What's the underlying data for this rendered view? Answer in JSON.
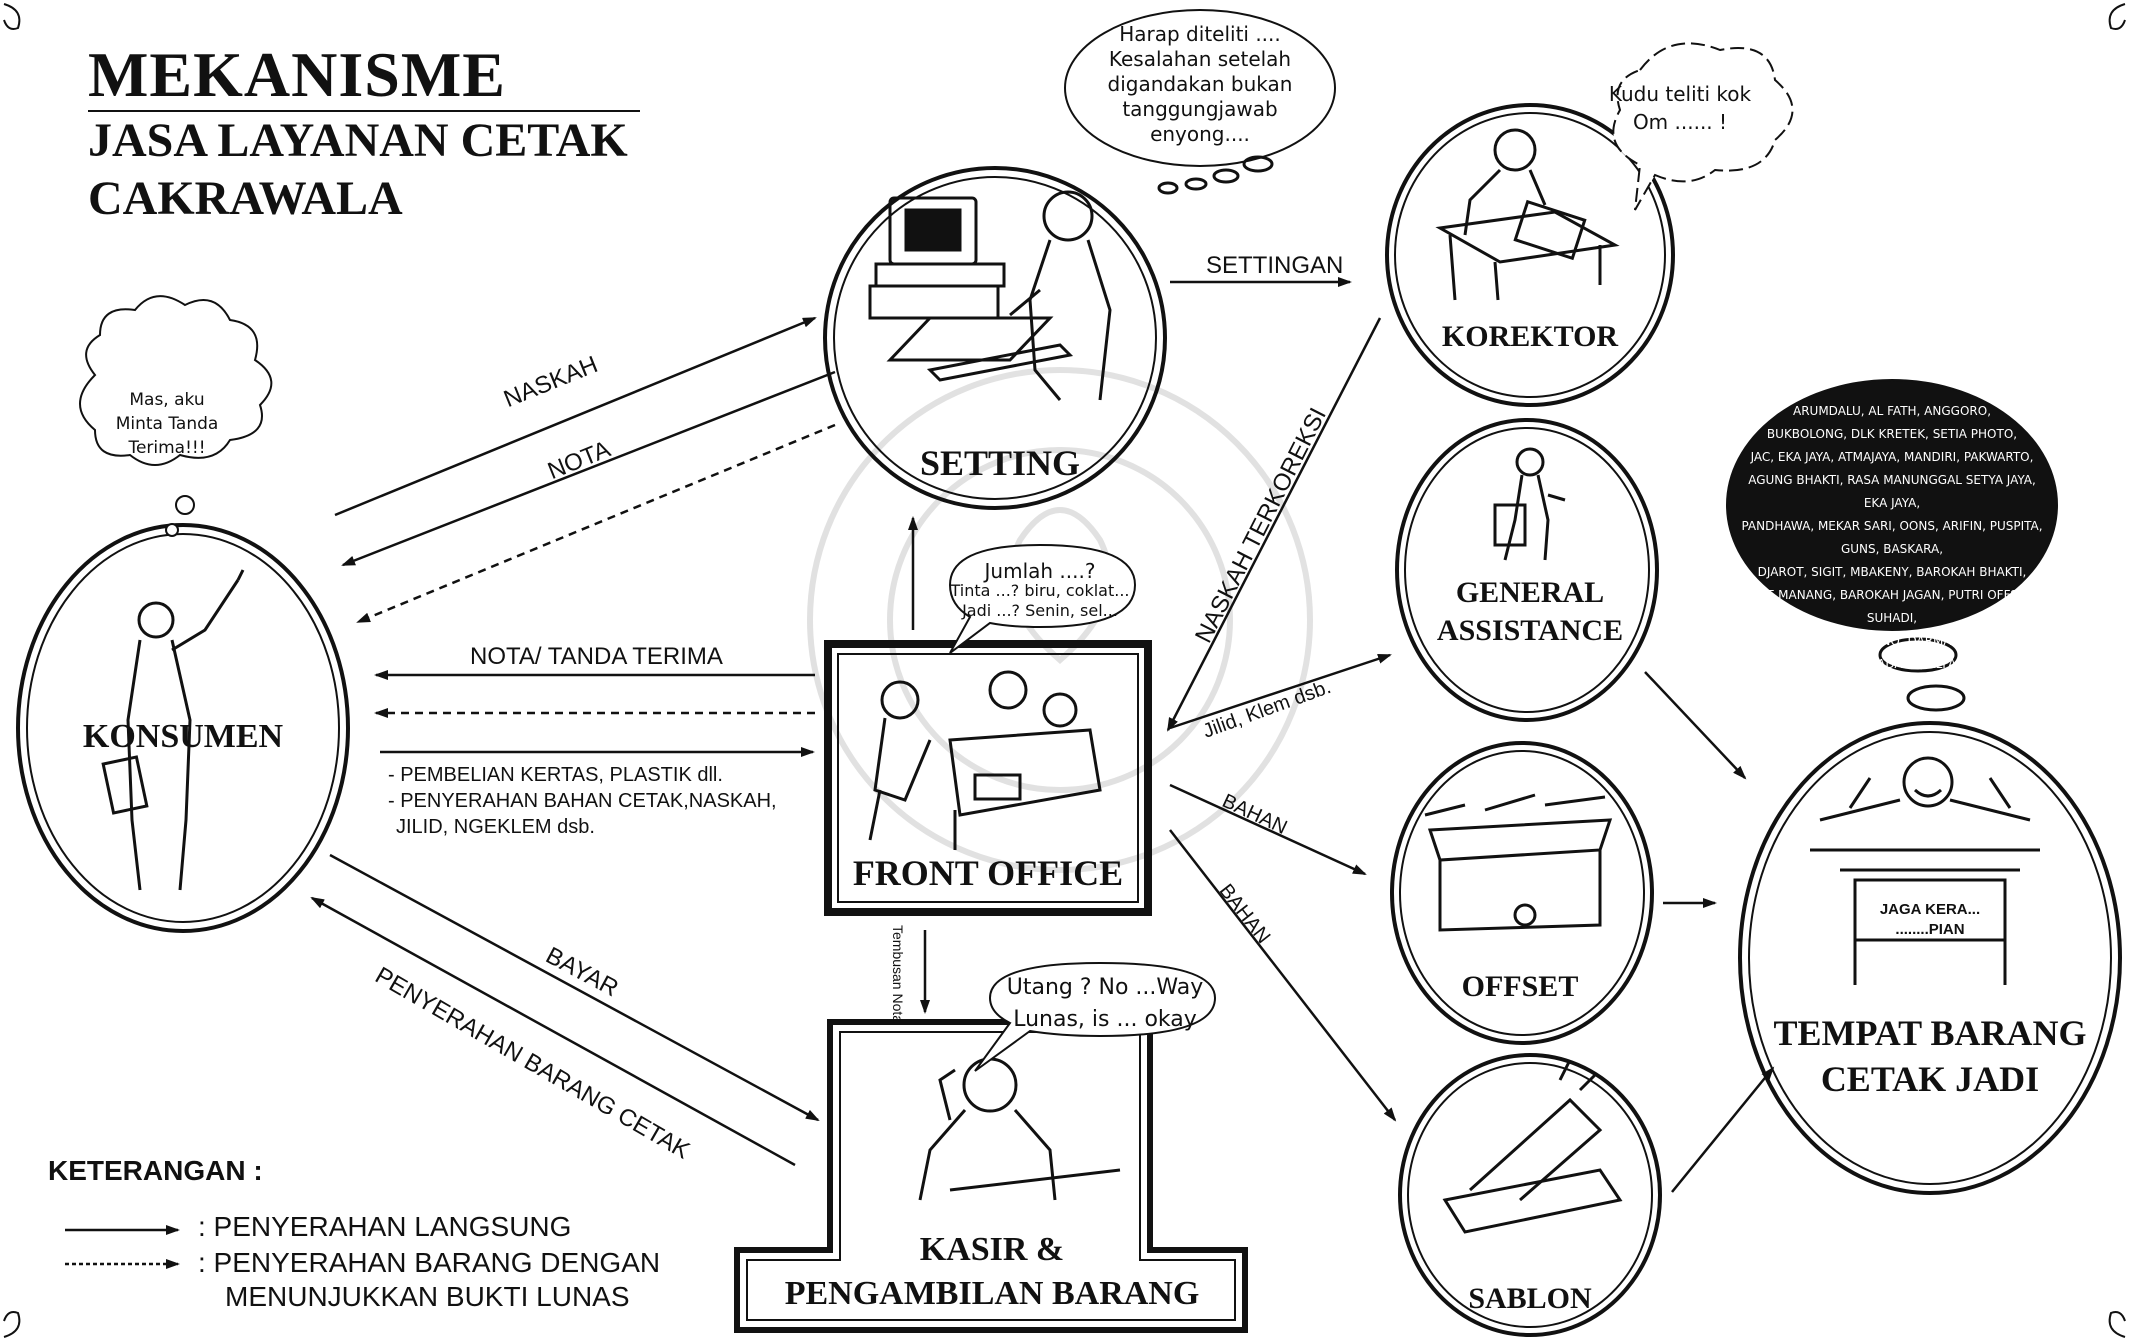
{
  "title": {
    "line1": "MEKANISME",
    "line2": "JASA LAYANAN CETAK",
    "line3": "CAKRAWALA"
  },
  "nodes": {
    "konsumen": "KONSUMEN",
    "setting": "SETTING",
    "front_office": "FRONT OFFICE",
    "kasir_line1": "KASIR &",
    "kasir_line2": "PENGAMBILAN BARANG",
    "korektor": "KOREKTOR",
    "general_line1": "GENERAL",
    "general_line2": "ASSISTANCE",
    "offset": "OFFSET",
    "sablon": "SABLON",
    "tempat_line1": "TEMPAT BARANG",
    "tempat_line2": "CETAK JADI"
  },
  "edges": {
    "naskah": "NASKAH",
    "nota": "NOTA",
    "nota_tanda_terima": "NOTA/ TANDA TERIMA",
    "pembelian": "- PEMBELIAN  KERTAS, PLASTIK  dll.",
    "penyerahan_bahan": "- PENYERAHAN BAHAN CETAK,NASKAH,",
    "jilid": "JILID, NGEKLEM dsb.",
    "settingan": "SETTINGAN",
    "naskah_terkoreksi": "NASKAH TERKOREKSI",
    "jilid_klem": "Jilid, Klem dsb.",
    "bahan_1": "BAHAN",
    "bahan_2": "BAHAN",
    "tembusan_nota": "Tembusan Nota",
    "bayar": "BAYAR",
    "penyerahan_barang_cetak": "PENYERAHAN BARANG CETAK"
  },
  "bubbles": {
    "konsumen": [
      "Mas, aku",
      "Minta Tanda",
      "Terima!!!"
    ],
    "setting": [
      "Harap diteliti ....",
      "Kesalahan setelah",
      "digandakan bukan",
      "tanggungjawab",
      "enyong...."
    ],
    "korektor": [
      "Kudu teliti kok",
      "Om ...... !"
    ],
    "front_office": [
      "Jumlah ....?",
      "Tinta ...? biru, coklat...",
      "Jadi ...? Senin, sel..."
    ],
    "kasir": [
      "Utang ? No ...Way",
      "Lunas, is ... okay"
    ],
    "tempat": [
      "ARUMDALU, AL FATH, ANGGORO,",
      "BUKBOLONG, DLK KRETEK, SETIA PHOTO,",
      "JAC, EKA JAYA, ATMAJAYA, MANDIRI, PAKWARTO,",
      "AGUNG BHAKTI, RASA MANUNGGAL SETYA JAYA, EKA JAYA,",
      "PANDHAWA, MEKAR SARI, OONS, ARIFIN, PUSPITA, GUNS, BASKARA,",
      "DJAROT, SIGIT, MBAKENY, BAROKAH BHAKTI,",
      "ARIF MANANG, BAROKAH JAGAN, PUTRI OFFSET, SUHADI,",
      "EDY SOUND, PAKKARNO, DARMA FOTO COPY,",
      "GENDHON, PRADANA, ALFAGAMA"
    ]
  },
  "sign": [
    "JAGA KERA...",
    "........PIAN"
  ],
  "legend": {
    "title": "KETERANGAN :",
    "solid_label": ":  PENYERAHAN LANGSUNG",
    "dashed_label_1": ":  PENYERAHAN BARANG DENGAN",
    "dashed_label_2": "MENUNJUKKAN BUKTI LUNAS"
  }
}
